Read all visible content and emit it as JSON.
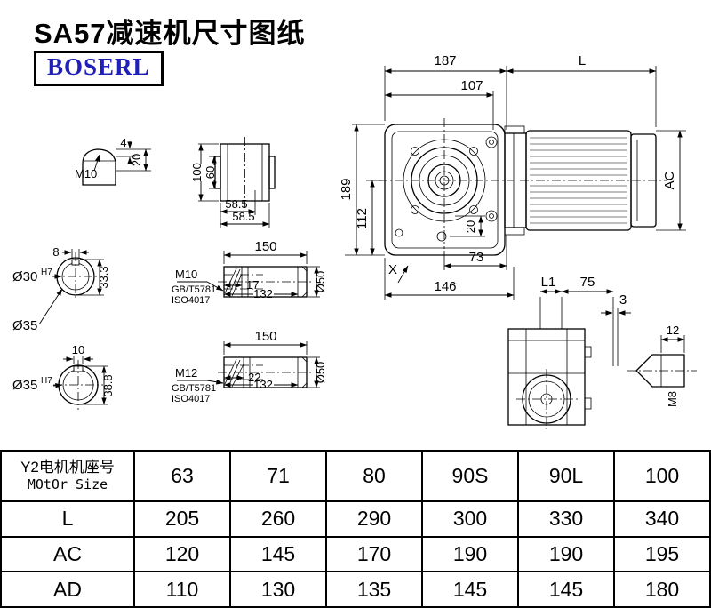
{
  "page": {
    "title": "SA57减速机尺寸图纸",
    "brand": "BOSERL"
  },
  "drawing": {
    "main_view": {
      "dim_187": "187",
      "dim_L": "L",
      "dim_107": "107",
      "dim_189": "189",
      "dim_112": "112",
      "dim_20": "20",
      "dim_73": "73",
      "dim_146": "146",
      "label_X": "X",
      "dim_AC": "AC"
    },
    "rear_view": {
      "dim_L1": "L1",
      "dim_75": "75",
      "dim_3": "3"
    },
    "m8_detail": {
      "dim_12": "12",
      "label_M8": "M8"
    },
    "shaft_end_detail": {
      "label_M10": "M10",
      "dim_4": "4",
      "dim_20": "20"
    },
    "flange_detail": {
      "dim_100": "100",
      "dim_60": "60",
      "dim_58_5_a": "58.5",
      "dim_58_5_b": "58.5"
    },
    "hollow_shaft_30": {
      "dim_key_width": "8",
      "bore": "Ø30",
      "bore_tol": "H7",
      "dim_33_3": "33.3",
      "outer": "Ø35"
    },
    "hollow_shaft_35": {
      "dim_key_width": "10",
      "bore": "Ø35",
      "bore_tol": "H7",
      "dim_38_8": "38.8"
    },
    "shaft_view_1": {
      "dim_150": "150",
      "thread": "M10",
      "spec_1": "GB/T5781",
      "spec_2": "ISO4017",
      "dim_17": "17",
      "dim_132": "132",
      "dim_d50": "Ø50"
    },
    "shaft_view_2": {
      "dim_150": "150",
      "thread": "M12",
      "spec_1": "GB/T5781",
      "spec_2": "ISO4017",
      "dim_22": "22",
      "dim_132": "132",
      "dim_d50": "Ø50"
    }
  },
  "table": {
    "header": {
      "label_line1": "Y2电机机座号",
      "label_line2": "MOtOr Size",
      "values": [
        "63",
        "71",
        "80",
        "90S",
        "90L",
        "100"
      ]
    },
    "rows": [
      {
        "label": "L",
        "values": [
          "205",
          "260",
          "290",
          "300",
          "330",
          "340"
        ]
      },
      {
        "label": "AC",
        "values": [
          "120",
          "145",
          "170",
          "190",
          "190",
          "195"
        ]
      },
      {
        "label": "AD",
        "values": [
          "110",
          "130",
          "135",
          "145",
          "145",
          "180"
        ]
      }
    ]
  }
}
